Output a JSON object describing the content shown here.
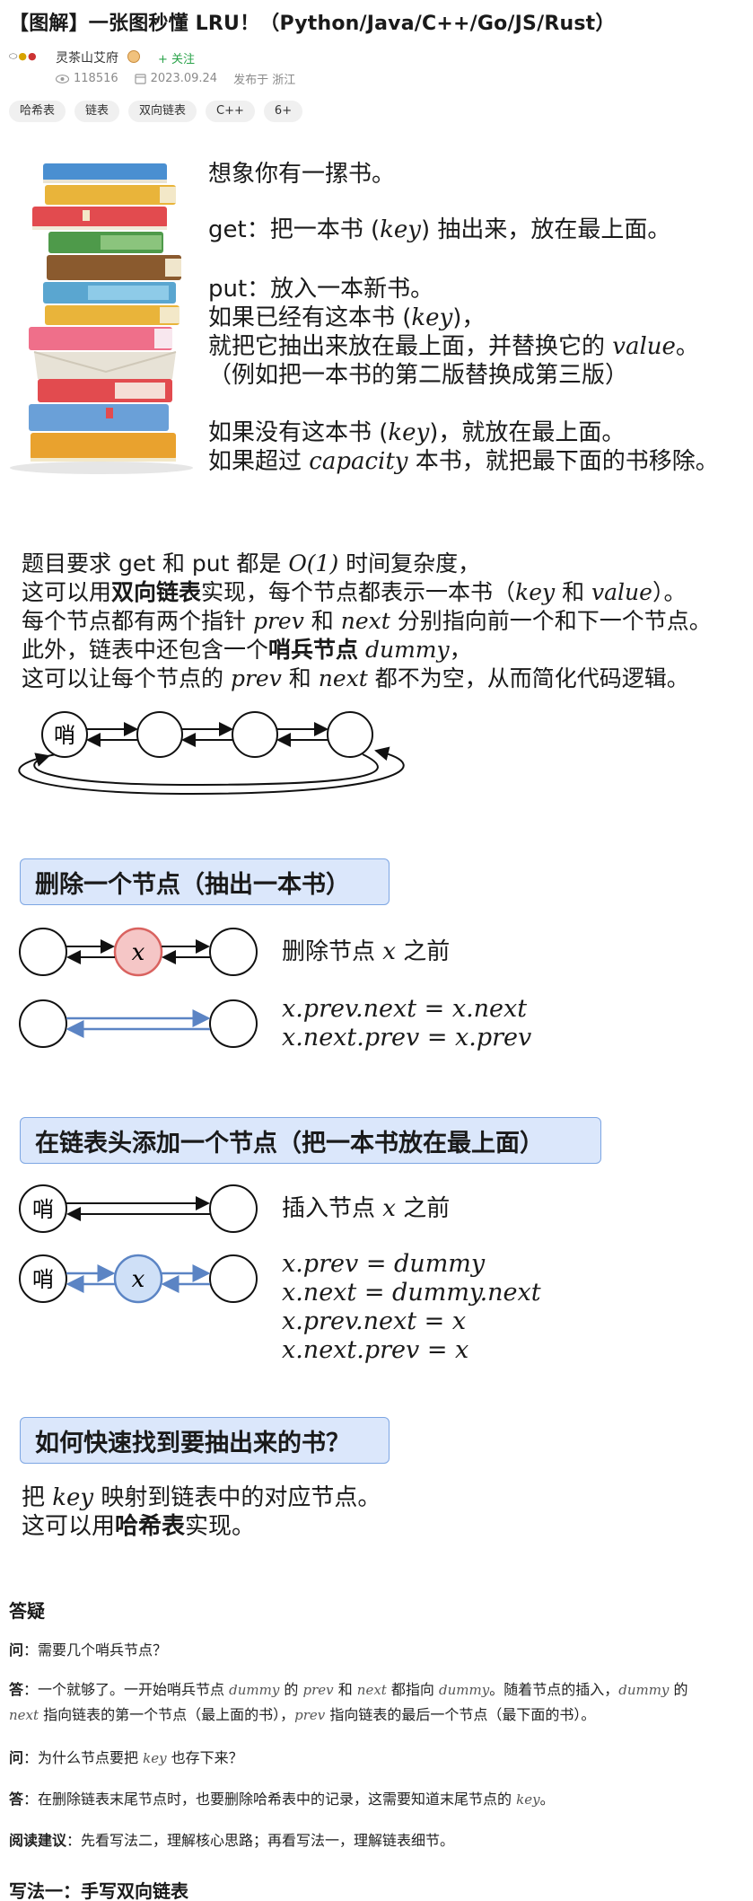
{
  "header": {
    "title": "【图解】一张图秒懂 LRU！（Python/Java/C++/Go/JS/Rust）",
    "author": "灵茶山艾府",
    "follow_label": "+ 关注",
    "views": "118516",
    "date": "2023.09.24",
    "location": "发布于 浙江",
    "tags": [
      "哈希表",
      "链表",
      "双向链表",
      "C++",
      "6+"
    ]
  },
  "books": {
    "l1": "想象你有一摞书。",
    "l2a": "get：把一本书 (",
    "l2k": "key",
    "l2b": ") 抽出来，放在最上面。",
    "l3": "put：放入一本新书。",
    "l4a": "如果已经有这本书 (",
    "l4k": "key",
    "l4b": ")，",
    "l5a": "就把它抽出来放在最上面，并替换它的 ",
    "l5v": "value",
    "l5b": "。",
    "l6": "（例如把一本书的第二版替换成第三版）",
    "l7a": "如果没有这本书 (",
    "l7k": "key",
    "l7b": ")，就放在最上面。",
    "l8a": "如果超过 ",
    "l8c": "capacity",
    "l8b": " 本书，就把最下面的书移除。"
  },
  "intro": {
    "l1a": "题目要求 get 和 put 都是 ",
    "l1o": "O(1)",
    "l1b": " 时间复杂度，",
    "l2a": "这可以用",
    "l2bold": "双向链表",
    "l2b": "实现，每个节点都表示一本书（",
    "l2k": "key",
    "l2c": " 和 ",
    "l2v": "value",
    "l2d": "）。",
    "l3a": "每个节点都有两个指针 ",
    "l3p": "prev",
    "l3b": " 和 ",
    "l3n": "next",
    "l3c": " 分别指向前一个和下一个节点。",
    "l4a": "此外，链表中还包含一个",
    "l4bold": "哨兵节点",
    "l4d": " dummy",
    "l4b": "，",
    "l5a": "这可以让每个节点的 ",
    "l5p": "prev",
    "l5b": " 和 ",
    "l5n": "next",
    "l5c": " 都不为空，从而简化代码逻辑。",
    "sentinel_label": "哨"
  },
  "delete_section": {
    "heading": "删除一个节点（抽出一本书）",
    "node_x": "x",
    "before_a": "删除节点 ",
    "before_x": "x",
    "before_b": " 之前",
    "formula1": "x.prev.next = x.next",
    "formula2": "x.next.prev = x.prev"
  },
  "insert_section": {
    "heading": "在链表头添加一个节点（把一本书放在最上面）",
    "sentinel_label": "哨",
    "node_x": "x",
    "before_a": "插入节点 ",
    "before_x": "x",
    "before_b": " 之前",
    "formula1": "x.prev = dummy",
    "formula2": "x.next = dummy.next",
    "formula3": "x.prev.next = x",
    "formula4": "x.next.prev = x"
  },
  "find_section": {
    "heading": "如何快速找到要抽出来的书？",
    "l1a": "把 ",
    "l1k": "key",
    "l1b": " 映射到链表中的对应节点。",
    "l2a": "这可以用",
    "l2bold": "哈希表",
    "l2b": "实现。"
  },
  "faq": {
    "heading": "答疑",
    "q1_label": "问",
    "q1": "：需要几个哨兵节点？",
    "a1_label": "答",
    "a1a": "：一个就够了。一开始哨兵节点 ",
    "a1d": "dummy",
    "a1b": " 的 ",
    "a1p": "prev",
    "a1c": " 和 ",
    "a1n": "next",
    "a1e": " 都指向 ",
    "a1d2": "dummy",
    "a1f": "。随着节点的插入，",
    "a1d3": "dummy",
    "a1g": " 的",
    "a1_l2n": "next",
    "a1_l2a": " 指向链表的第一个节点（最上面的书），",
    "a1_l2p": "prev",
    "a1_l2b": " 指向链表的最后一个节点（最下面的书）。",
    "q2_label": "问",
    "q2a": "：为什么节点要把 ",
    "q2k": "key",
    "q2b": " 也存下来？",
    "a2_label": "答",
    "a2a": "：在删除链表末尾节点时，也要删除哈希表中的记录，这需要知道末尾节点的 ",
    "a2k": "key",
    "a2b": "。",
    "tip_label": "阅读建议",
    "tip": "：先看写法二，理解核心思路；再看写法一，理解链表细节。",
    "method1": "写法一：手写双向链表"
  }
}
